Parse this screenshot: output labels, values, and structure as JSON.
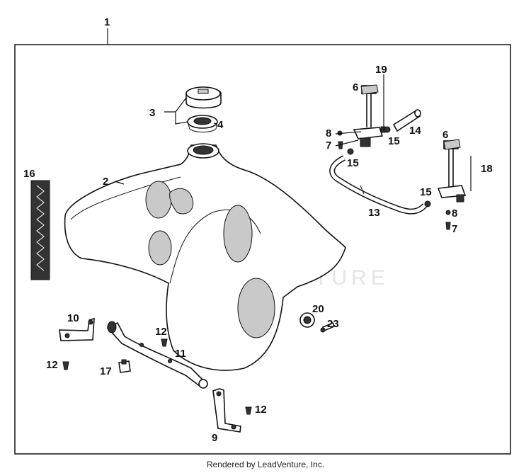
{
  "callouts": {
    "c1": "1",
    "c2": "2",
    "c3": "3",
    "c4": "4",
    "c6a": "6",
    "c6b": "6",
    "c7a": "7",
    "c7b": "7",
    "c8a": "8",
    "c8b": "8",
    "c9": "9",
    "c10": "10",
    "c11": "11",
    "c12a": "12",
    "c12b": "12",
    "c12c": "12",
    "c13": "13",
    "c14": "14",
    "c15a": "15",
    "c15b": "15",
    "c15c": "15",
    "c16": "16",
    "c17": "17",
    "c18": "18",
    "c19": "19",
    "c20": "20",
    "c23": "23"
  },
  "watermark": "LEADVENTURE",
  "footer": "Rendered by LeadVenture, Inc."
}
